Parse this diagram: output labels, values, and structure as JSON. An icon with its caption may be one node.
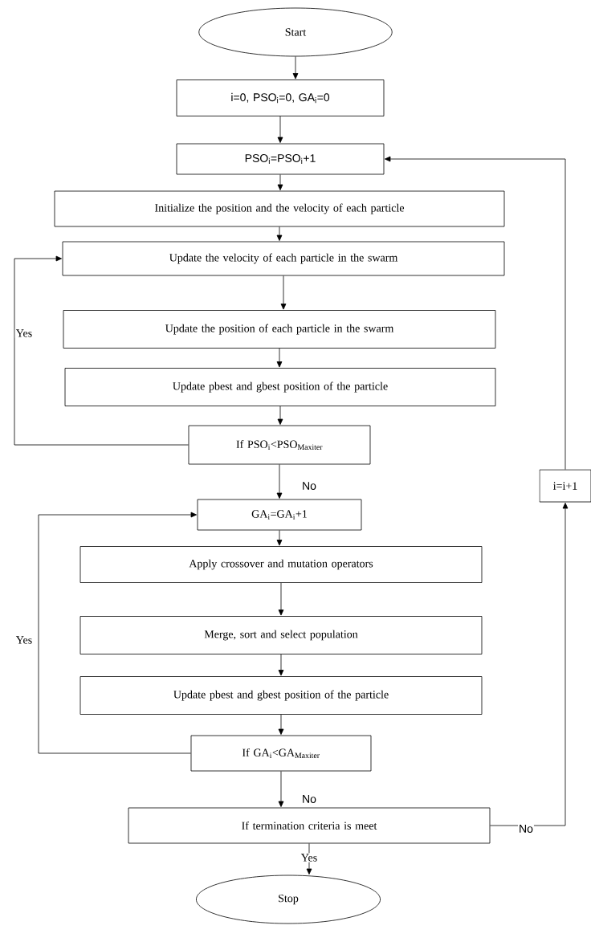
{
  "diagram": {
    "nodes": [
      {
        "text": [
          "Start"
        ]
      },
      {
        "text": [
          "i=0, PSO$_{i}$=0, GA$_{i}$=0"
        ]
      },
      {
        "text": [
          "PSO$_{i}$=PSO$_{i}$+1"
        ]
      },
      {
        "text": [
          "Initialize the position and the velocity of each particle"
        ]
      },
      {
        "text": [
          "Update the velocity of each particle in the swarm"
        ]
      },
      {
        "text": [
          "Update the position of each particle in the swarm"
        ]
      },
      {
        "text": [
          "Update pbest and gbest position of the particle"
        ]
      },
      {
        "text": [
          "If PSO$_{i}$<PSO$_{Maxiter}$"
        ]
      },
      {
        "text": [
          "GA$_{i}$=GA$_{i}$+1"
        ]
      },
      {
        "text": [
          "Apply crossover and mutation operators"
        ]
      },
      {
        "text": [
          "Merge, sort and select population"
        ]
      },
      {
        "text": [
          "Update pbest and gbest position of the particle"
        ]
      },
      {
        "text": [
          "If GA$_{i}$<GA$_{Maxiter}$"
        ]
      },
      {
        "text": [
          "If termination criteria is meet"
        ]
      },
      {
        "text": [
          "Stop"
        ]
      },
      {
        "text": [
          "i=i+1"
        ]
      }
    ],
    "edges": [
      {
        "from": 0,
        "to": 1,
        "arrow": "to"
      },
      {
        "from": 1,
        "to": 2,
        "arrow": "to"
      },
      {
        "from": 2,
        "to": 3,
        "arrow": "to"
      },
      {
        "from": 3,
        "to": 4,
        "arrow": "to"
      },
      {
        "from": 4,
        "to": 5,
        "arrow": "to"
      },
      {
        "from": 5,
        "to": 6,
        "arrow": "to"
      },
      {
        "from": 6,
        "to": 7,
        "arrow": "to"
      },
      {
        "from": 7,
        "to": 4,
        "arrow": "to",
        "label": "Yes"
      },
      {
        "from": 7,
        "to": 8,
        "arrow": "to",
        "label": "No"
      },
      {
        "from": 8,
        "to": 9,
        "arrow": "to"
      },
      {
        "from": 9,
        "to": 10,
        "arrow": "to"
      },
      {
        "from": 10,
        "to": 11,
        "arrow": "to"
      },
      {
        "from": 11,
        "to": 12,
        "arrow": "to"
      },
      {
        "from": 12,
        "to": 8,
        "arrow": "to",
        "label": "Yes"
      },
      {
        "from": 12,
        "to": 13,
        "arrow": "to",
        "label": "No"
      },
      {
        "from": 13,
        "to": 14,
        "arrow": "to",
        "label": "Yes"
      },
      {
        "from": 13,
        "to": 15,
        "arrow": "to",
        "label": "No"
      },
      {
        "from": 15,
        "to": 2,
        "arrow": "to"
      }
    ]
  }
}
